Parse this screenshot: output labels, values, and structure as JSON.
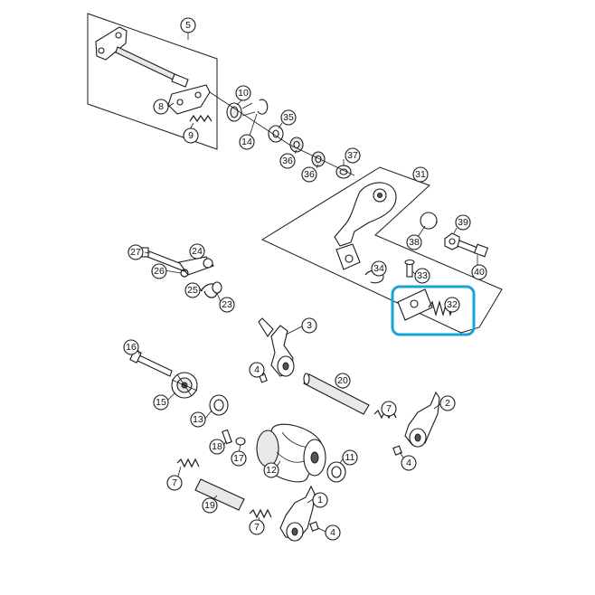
{
  "callouts": [
    {
      "id": "c5",
      "label": "5"
    },
    {
      "id": "c8",
      "label": "8"
    },
    {
      "id": "c9",
      "label": "9"
    },
    {
      "id": "c10",
      "label": "10"
    },
    {
      "id": "c14",
      "label": "14"
    },
    {
      "id": "c35",
      "label": "35"
    },
    {
      "id": "c36a",
      "label": "36"
    },
    {
      "id": "c36b",
      "label": "36"
    },
    {
      "id": "c37",
      "label": "37"
    },
    {
      "id": "c31",
      "label": "31"
    },
    {
      "id": "c39",
      "label": "39"
    },
    {
      "id": "c38",
      "label": "38"
    },
    {
      "id": "c40",
      "label": "40"
    },
    {
      "id": "c34",
      "label": "34"
    },
    {
      "id": "c33",
      "label": "33"
    },
    {
      "id": "c32",
      "label": "32"
    },
    {
      "id": "c27",
      "label": "27"
    },
    {
      "id": "c24",
      "label": "24"
    },
    {
      "id": "c26",
      "label": "26"
    },
    {
      "id": "c25",
      "label": "25"
    },
    {
      "id": "c23",
      "label": "23"
    },
    {
      "id": "c3",
      "label": "3"
    },
    {
      "id": "c16",
      "label": "16"
    },
    {
      "id": "c4a",
      "label": "4"
    },
    {
      "id": "c20",
      "label": "20"
    },
    {
      "id": "c15",
      "label": "15"
    },
    {
      "id": "c2",
      "label": "2"
    },
    {
      "id": "c7a",
      "label": "7"
    },
    {
      "id": "c13",
      "label": "13"
    },
    {
      "id": "c18",
      "label": "18"
    },
    {
      "id": "c17",
      "label": "17"
    },
    {
      "id": "c12",
      "label": "12"
    },
    {
      "id": "c11",
      "label": "11"
    },
    {
      "id": "c4b",
      "label": "4"
    },
    {
      "id": "c7b",
      "label": "7"
    },
    {
      "id": "c19",
      "label": "19"
    },
    {
      "id": "c1",
      "label": "1"
    },
    {
      "id": "c7c",
      "label": "7"
    },
    {
      "id": "c4c",
      "label": "4"
    }
  ],
  "highlight": {
    "part": "32",
    "color": "#1aa3d6"
  }
}
